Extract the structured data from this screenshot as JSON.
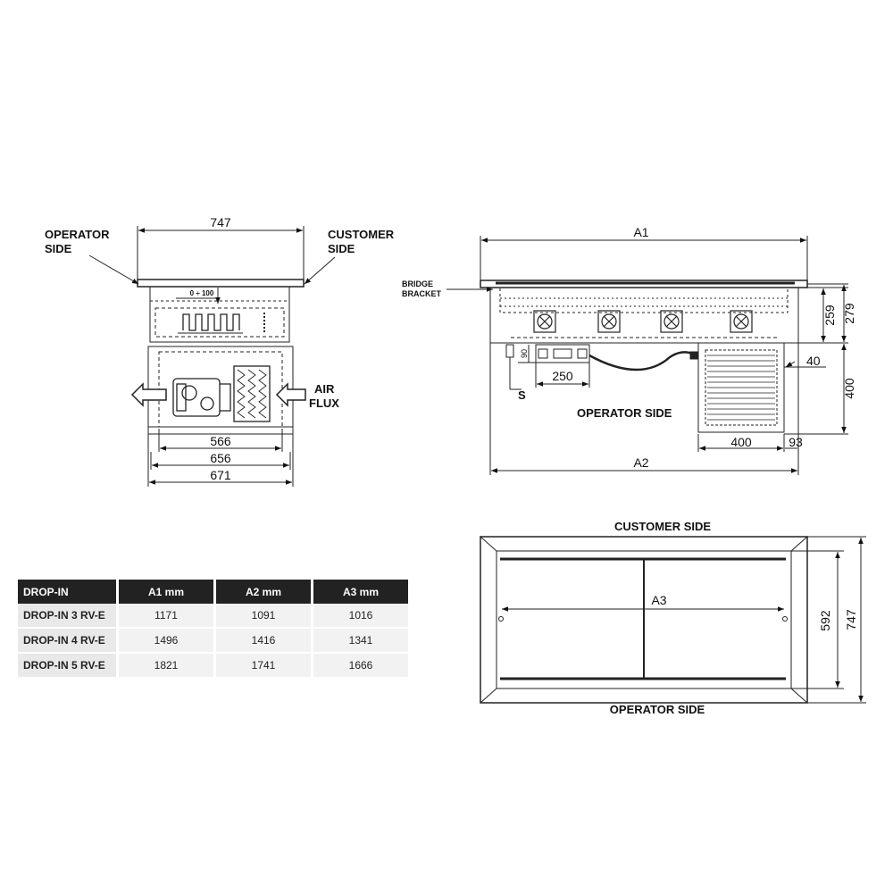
{
  "left_view": {
    "top_width": "747",
    "operator_side": [
      "OPERATOR",
      "SIDE"
    ],
    "customer_side": [
      "CUSTOMER",
      "SIDE"
    ],
    "adjust_range": "0 ÷ 100",
    "air_flux": [
      "AIR",
      "FLUX"
    ],
    "dim_566": "566",
    "dim_656": "656",
    "dim_671": "671"
  },
  "side_view": {
    "dim_a1": "A1",
    "dim_a2": "A2",
    "bridge_bracket": [
      "BRIDGE",
      "BRACKET"
    ],
    "dim_259": "259",
    "dim_279": "279",
    "dim_40": "40",
    "dim_400_v": "400",
    "dim_90": "90",
    "dim_250": "250",
    "label_s": "S",
    "operator_side": "OPERATOR SIDE",
    "dim_400_h": "400",
    "dim_93": "93"
  },
  "top_view": {
    "customer_side": "CUSTOMER SIDE",
    "operator_side": "OPERATOR SIDE",
    "dim_a3": "A3",
    "dim_592": "592",
    "dim_747": "747"
  },
  "table": {
    "headers": [
      "DROP-IN",
      "A1 mm",
      "A2 mm",
      "A3 mm"
    ],
    "rows": [
      [
        "DROP-IN 3 RV-E",
        "1171",
        "1091",
        "1016"
      ],
      [
        "DROP-IN 4 RV-E",
        "1496",
        "1416",
        "1341"
      ],
      [
        "DROP-IN 5 RV-E",
        "1821",
        "1741",
        "1666"
      ]
    ]
  }
}
